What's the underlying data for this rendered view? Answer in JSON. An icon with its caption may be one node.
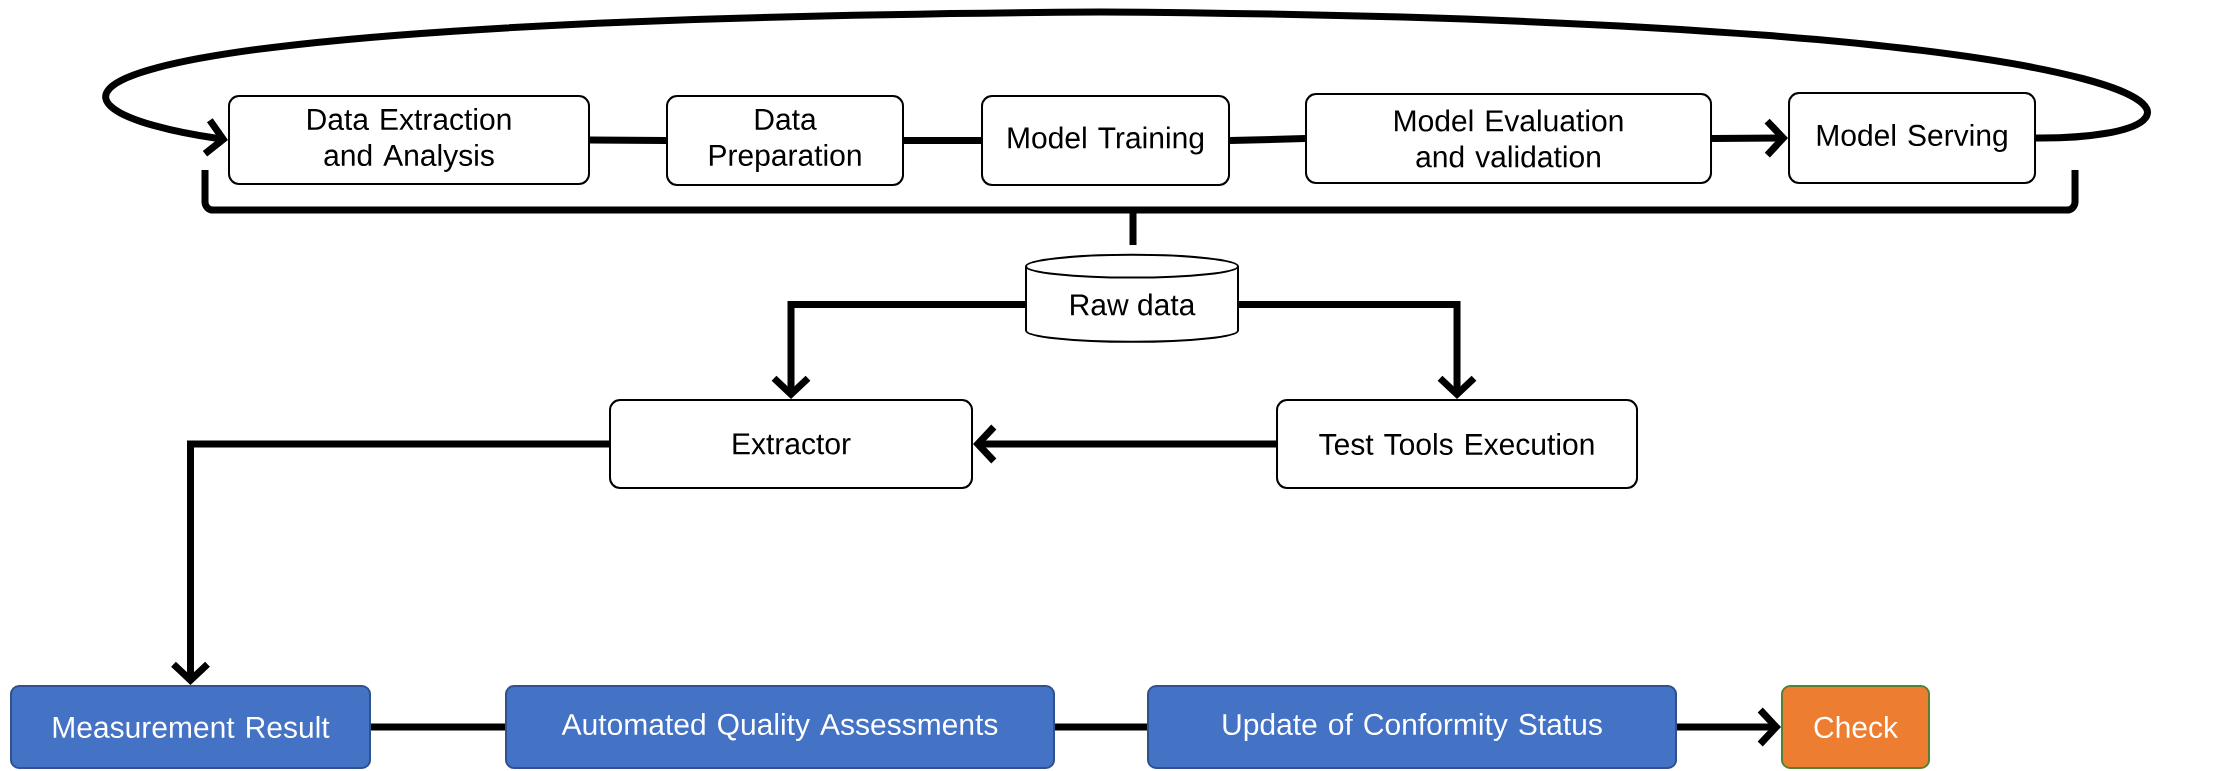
{
  "diagram": {
    "nodes": [
      {
        "text": [
          "Data Extraction and Analysis"
        ]
      },
      {
        "text": [
          "Data Preparation"
        ]
      },
      {
        "text": [
          "Model Training"
        ]
      },
      {
        "text": [
          "Model Evaluation and validation"
        ]
      },
      {
        "text": [
          "Model Serving"
        ]
      },
      {
        "text": [
          "Raw data"
        ]
      },
      {
        "text": [
          "Extractor"
        ]
      },
      {
        "text": [
          "Test Tools Execution"
        ]
      },
      {
        "text": [
          "Measurement Result"
        ]
      },
      {
        "text": [
          "Automated Quality Assessments"
        ]
      },
      {
        "text": [
          "Update of Conformity Status"
        ]
      },
      {
        "text": [
          "Check"
        ]
      }
    ],
    "edges": [
      {
        "from": 0,
        "to": 1,
        "arrow": "none"
      },
      {
        "from": 1,
        "to": 2,
        "arrow": "none"
      },
      {
        "from": 2,
        "to": 3,
        "arrow": "none"
      },
      {
        "from": 3,
        "to": 4,
        "arrow": "to"
      },
      {
        "from": 4,
        "to": 0,
        "arrow": "to"
      },
      {
        "from": 5,
        "to": 6,
        "arrow": "to"
      },
      {
        "from": 5,
        "to": 7,
        "arrow": "to"
      },
      {
        "from": 7,
        "to": 6,
        "arrow": "to"
      },
      {
        "from": 6,
        "to": 8,
        "arrow": "to"
      },
      {
        "from": 8,
        "to": 9,
        "arrow": "none"
      },
      {
        "from": 9,
        "to": 10,
        "arrow": "none"
      },
      {
        "from": 10,
        "to": 11,
        "arrow": "to"
      }
    ]
  }
}
